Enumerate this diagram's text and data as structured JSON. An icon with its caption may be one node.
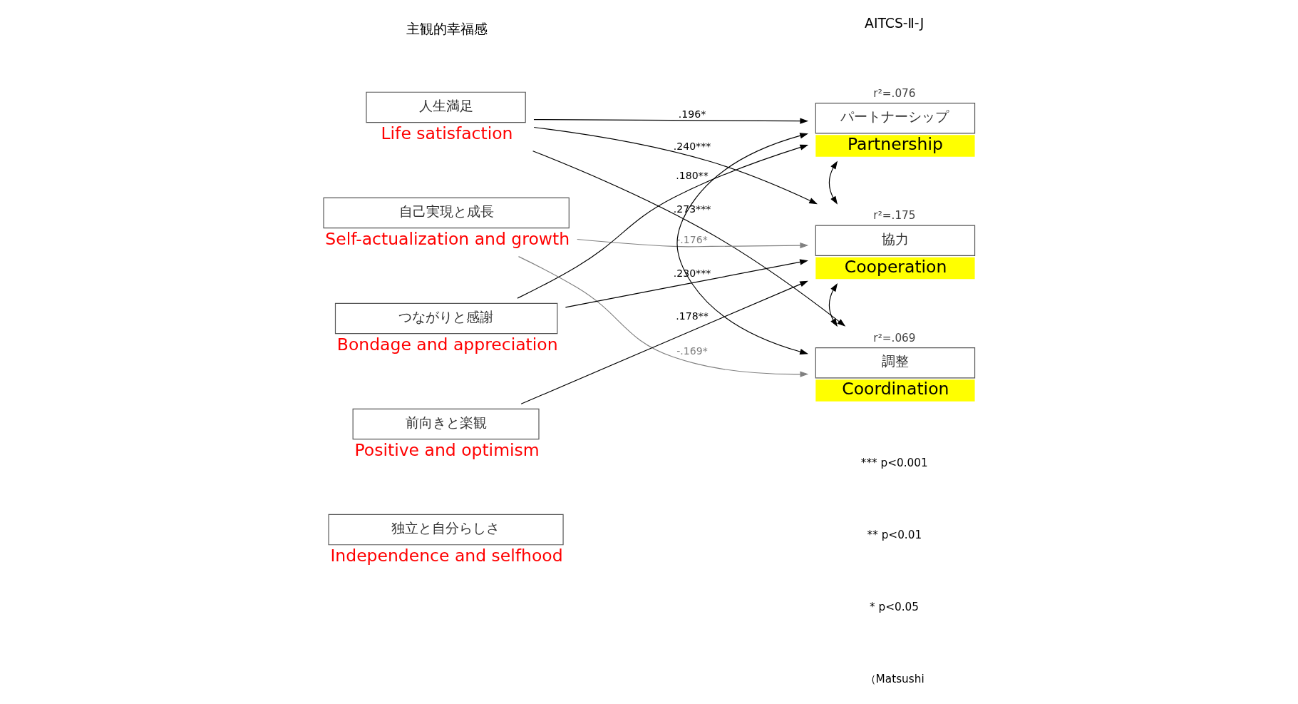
{
  "diagram": {
    "nodes": [
      {
        "text": [
          "人生満足"
        ],
        "beside": [
          "Life satisfaction"
        ]
      },
      {
        "text": [
          "自己実現と成長"
        ],
        "beside": [
          "Self-actualization and growth"
        ]
      },
      {
        "text": [
          "つながりと感謝"
        ],
        "beside": [
          "Bondage and appreciation"
        ]
      },
      {
        "text": [
          "前向きと楽観"
        ],
        "beside": [
          "Positive and optimism"
        ]
      },
      {
        "text": [
          "独立と自分らしさ"
        ],
        "beside": [
          "Independence and selfhood"
        ]
      },
      {
        "text": [
          "パートナーシップ"
        ],
        "beside": [
          "r²=.076",
          "Partnership"
        ]
      },
      {
        "text": [
          "協力"
        ],
        "beside": [
          "r²=.175",
          "Cooperation"
        ]
      },
      {
        "text": [
          "調整"
        ],
        "beside": [
          "r²=.069",
          "Coordination"
        ]
      }
    ],
    "edges": [
      {
        "from": 0,
        "to": 5,
        "arrow": "to",
        "label": ".196*"
      },
      {
        "from": 0,
        "to": 6,
        "arrow": "to",
        "label": ".240***"
      },
      {
        "from": 0,
        "to": 7,
        "arrow": "to",
        "label": ".273***"
      },
      {
        "from": 1,
        "to": 6,
        "arrow": "to",
        "label": "-.176*",
        "color": "#808080"
      },
      {
        "from": 1,
        "to": 7,
        "arrow": "to",
        "label": "-.169*",
        "color": "#808080"
      },
      {
        "from": 2,
        "to": 5,
        "arrow": "to",
        "label": ".180**"
      },
      {
        "from": 2,
        "to": 6,
        "arrow": "to",
        "label": ".230***"
      },
      {
        "from": 3,
        "to": 6,
        "arrow": "to",
        "label": ".178**"
      },
      {
        "from": 5,
        "to": 6,
        "arrow": "both"
      },
      {
        "from": 6,
        "to": 7,
        "arrow": "both"
      },
      {
        "from": 5,
        "to": 7,
        "arrow": "both"
      }
    ],
    "labels": [
      "主観的幸福感",
      "AITCS-Ⅱ-J",
      "*** p<0.001",
      "** p<0.01",
      "* p<0.05",
      "（Matsushi"
    ]
  }
}
